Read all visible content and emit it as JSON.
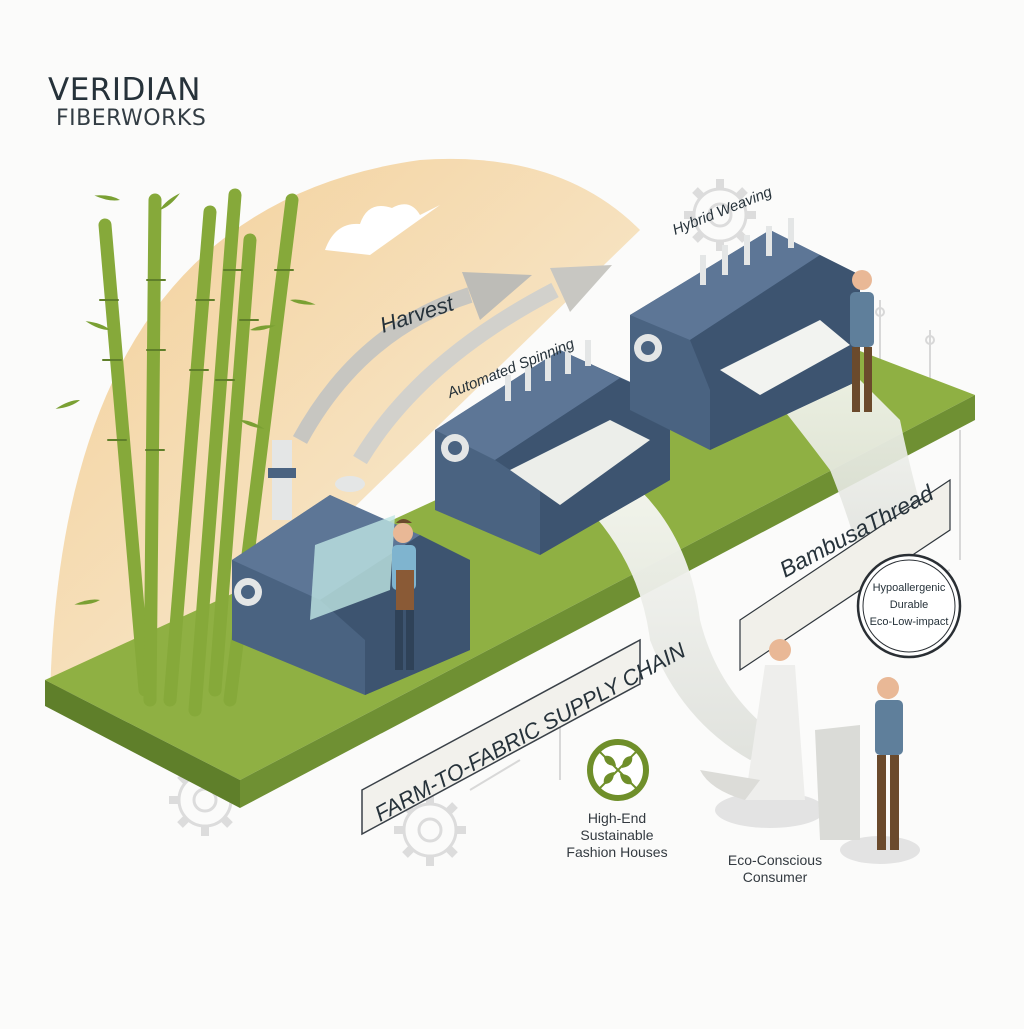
{
  "brand": {
    "name_line1": "VERIDIAN",
    "name_line2": "FIBERWORKS"
  },
  "stages": {
    "harvest": "Harvest",
    "spinning": "Automated Spinning",
    "weaving": "Hybrid Weaving"
  },
  "banners": {
    "supply_chain": "FARM-TO-FABRIC SUPPLY CHAIN",
    "product": "BambusaThread"
  },
  "properties_badge": {
    "lines": [
      "Hypoallergenic",
      "Durable",
      "Eco-Low-impact"
    ]
  },
  "customers": {
    "fashion_houses": [
      "High-End",
      "Sustainable",
      "Fashion Houses"
    ],
    "consumer": [
      "Eco-Conscious",
      "Consumer"
    ]
  },
  "icons": {
    "sustainability": "leaf-circle-icon",
    "gear": "gear-icon",
    "flow_arrow": "arrow-up-right-icon"
  },
  "colors": {
    "grass": "#8fb043",
    "grass_dark": "#5f7f2a",
    "machine": "#4a6381",
    "machine_dark": "#2f4258",
    "bamboo": "#86a93a",
    "sun": "#f3d7a6",
    "fabric": "#eceeea",
    "text": "#26323a",
    "badge_green": "#6f8f2a"
  }
}
